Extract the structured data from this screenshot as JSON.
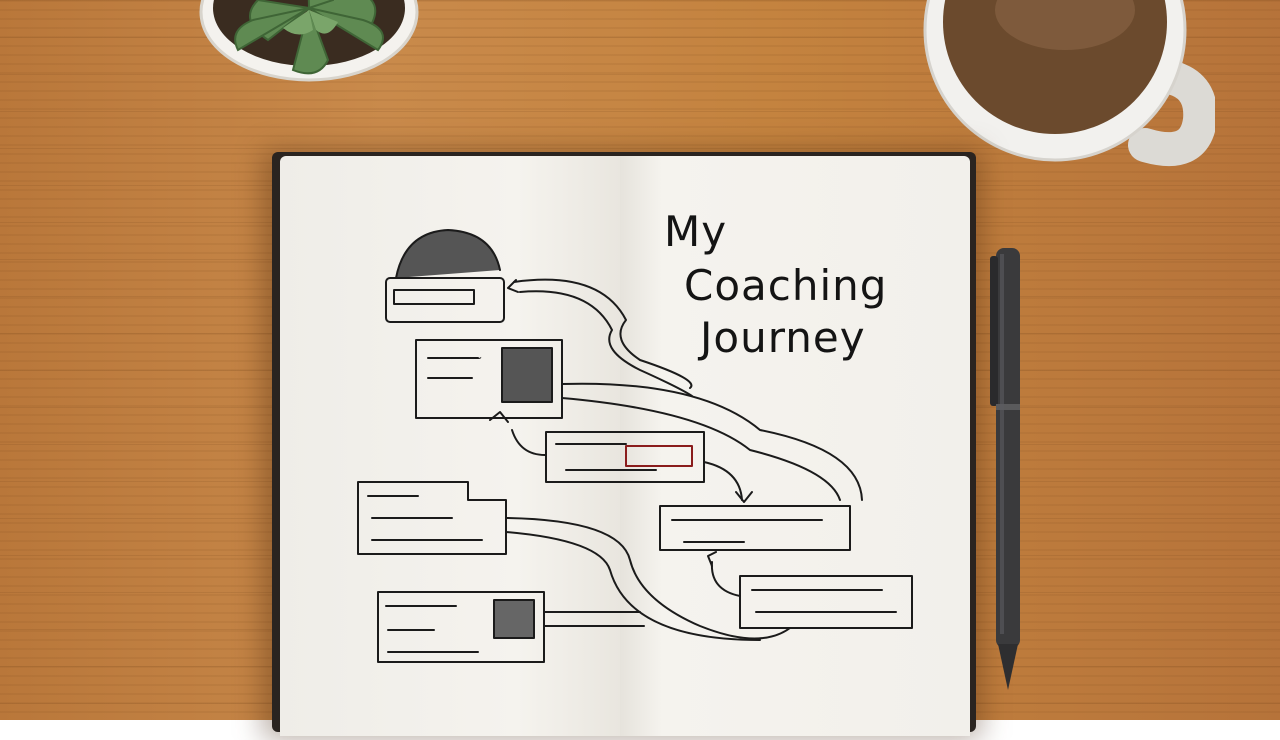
{
  "notebook": {
    "title_lines": [
      "My",
      "Coaching",
      "Journey"
    ]
  },
  "scene_objects": [
    "succulent-plant",
    "coffee-mug",
    "notebook",
    "pen"
  ],
  "colors": {
    "desk_wood": "#c4833f",
    "paper": "#f3f1ec",
    "ink": "#1b1b1b",
    "plant_green": "#5f8a52",
    "mug_white": "#f2f1ee",
    "coffee": "#6b4a2d",
    "pen_dark": "#3a3a3c"
  }
}
